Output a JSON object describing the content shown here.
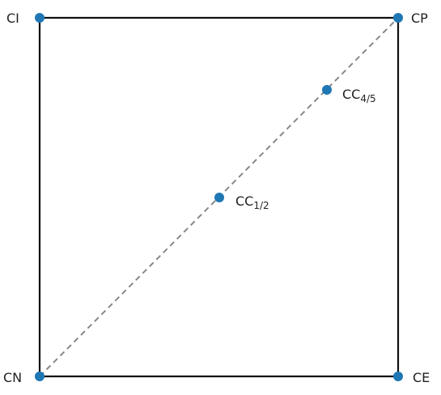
{
  "diagram": {
    "colors": {
      "square_edge": "#111111",
      "diagonal": "#888888",
      "point": "#1f77b4",
      "label": "#222222"
    },
    "corners": [
      {
        "id": "CI",
        "label": "CI"
      },
      {
        "id": "CP",
        "label": "CP"
      },
      {
        "id": "CN",
        "label": "CN"
      },
      {
        "id": "CE",
        "label": "CE"
      }
    ],
    "diagonal_points": [
      {
        "id": "CC_1_2",
        "label_base": "CC",
        "label_sub": "1/2",
        "fraction": 0.5
      },
      {
        "id": "CC_4_5",
        "label_base": "CC",
        "label_sub": "4/5",
        "fraction": 0.8
      }
    ]
  }
}
